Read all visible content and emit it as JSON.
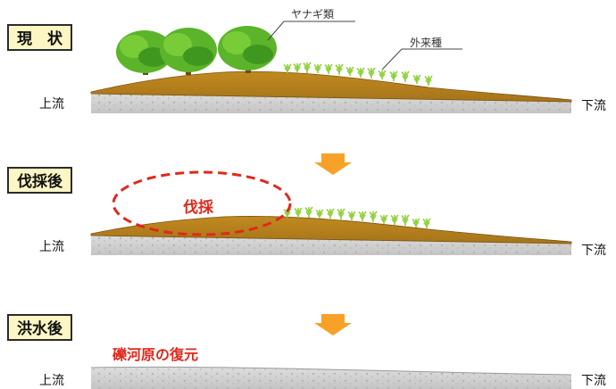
{
  "stages": [
    {
      "label": "現　状"
    },
    {
      "label": "伐採後"
    },
    {
      "label": "洪水後"
    }
  ],
  "edges": {
    "upstream": "上流",
    "downstream": "下流"
  },
  "annotations": {
    "willow": "ヤナギ類",
    "alien": "外来種",
    "cutting": "伐採",
    "restore": "礫河原の復元"
  },
  "colors": {
    "label_fill": "#fbf6c4",
    "sand": "#c79528",
    "sand_dark": "#8a5e14",
    "gravel": "#d2d2d2",
    "tree": "#5bb42a",
    "grass": "#8fd13a",
    "arrow": "#f7a128",
    "accent_red": "#e0281c"
  }
}
